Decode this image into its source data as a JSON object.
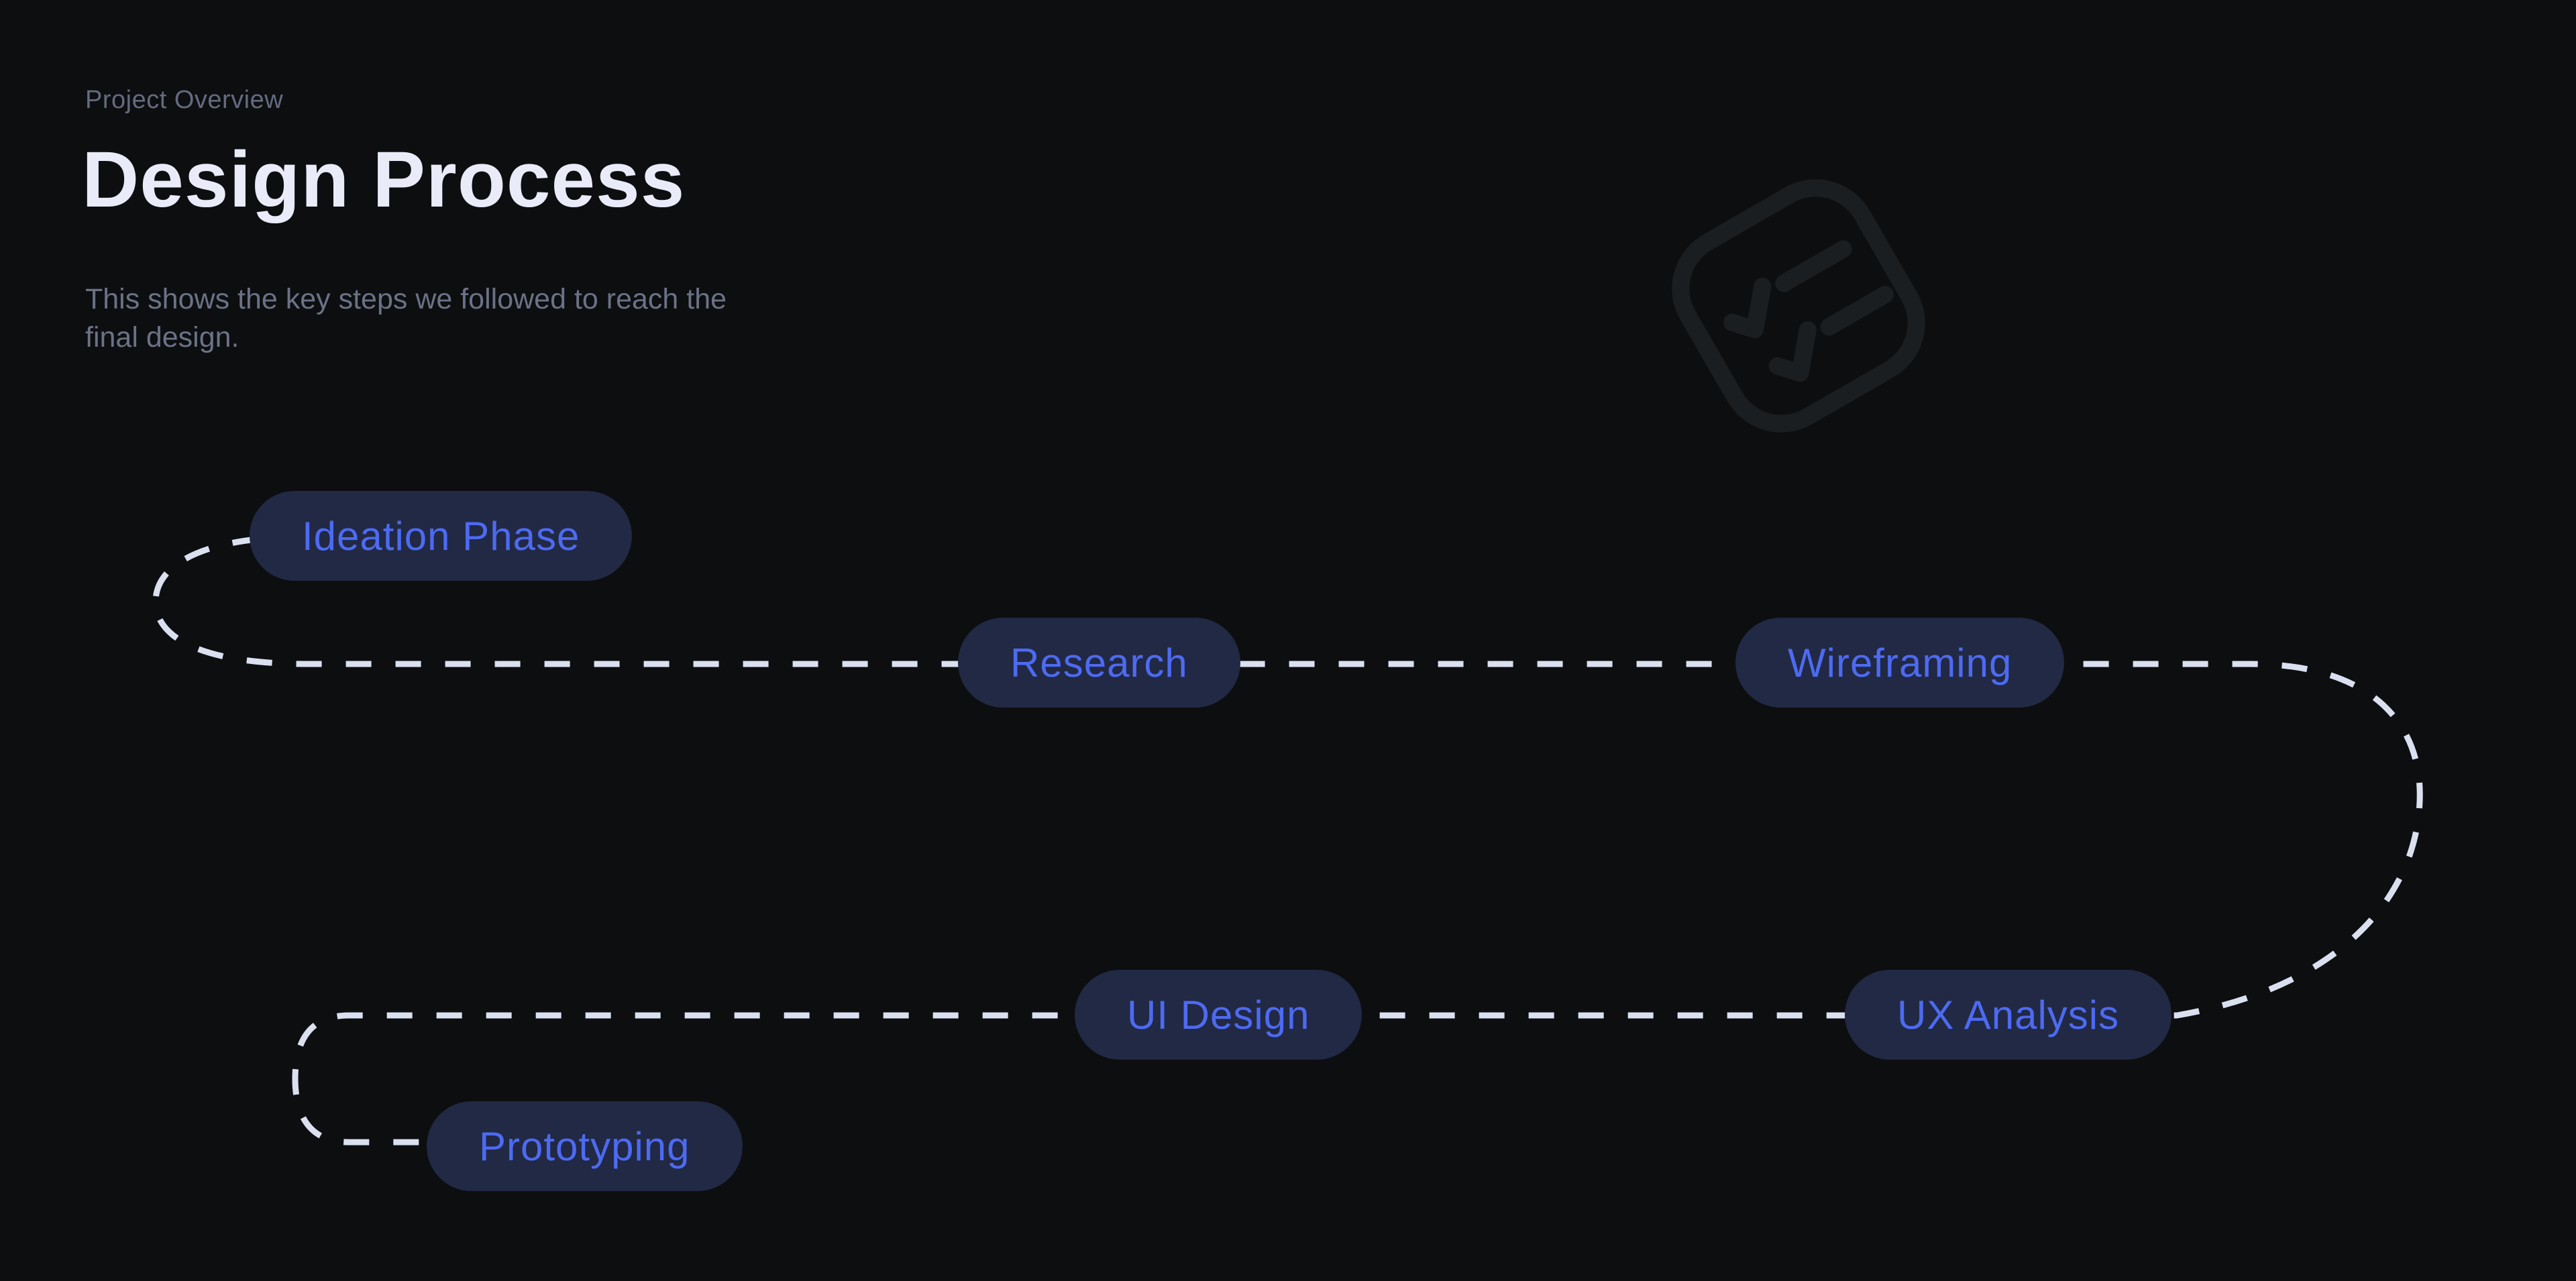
{
  "theme": {
    "background": "#0d0e10",
    "accent_blue": "#4d6af2",
    "pill_background": "#212944",
    "path_dash": "#dbe0f0",
    "title_color": "#e9ecf8",
    "eyebrow_color": "#646b80",
    "description_color": "#6b7286",
    "icon_stroke": "#1b1e20"
  },
  "header": {
    "eyebrow": "Project Overview",
    "title": "Design Process",
    "description_line1": "This shows the key steps we followed to reach the",
    "description_line2": "final design."
  },
  "flow": {
    "nodes": [
      {
        "label": "Ideation Phase"
      },
      {
        "label": "Research"
      },
      {
        "label": "Wireframing"
      },
      {
        "label": "UX Analysis"
      },
      {
        "label": "UI Design"
      },
      {
        "label": "Prototyping"
      }
    ]
  },
  "icons": {
    "decorative": "checklist-icon"
  }
}
